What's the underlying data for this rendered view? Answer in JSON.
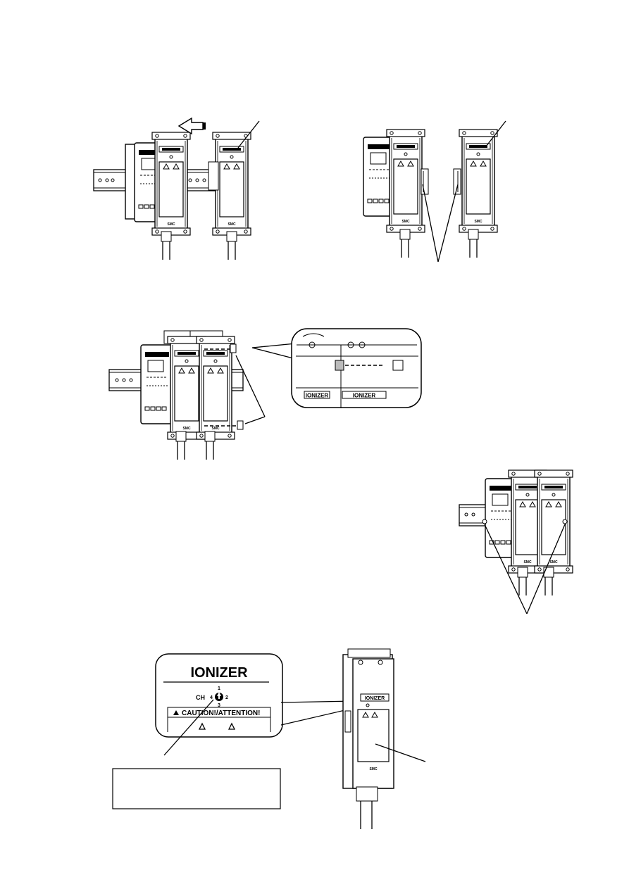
{
  "callout_label": {
    "product": "IONIZER",
    "channel_prefix": "CH",
    "dial": {
      "top": "1",
      "right": "2",
      "bottom": "3",
      "left": "4"
    },
    "caution": "CAUTION!/ATTENTION!"
  },
  "unit_label": "IONIZER",
  "brand_mark": "SMC",
  "note_box_text": ""
}
